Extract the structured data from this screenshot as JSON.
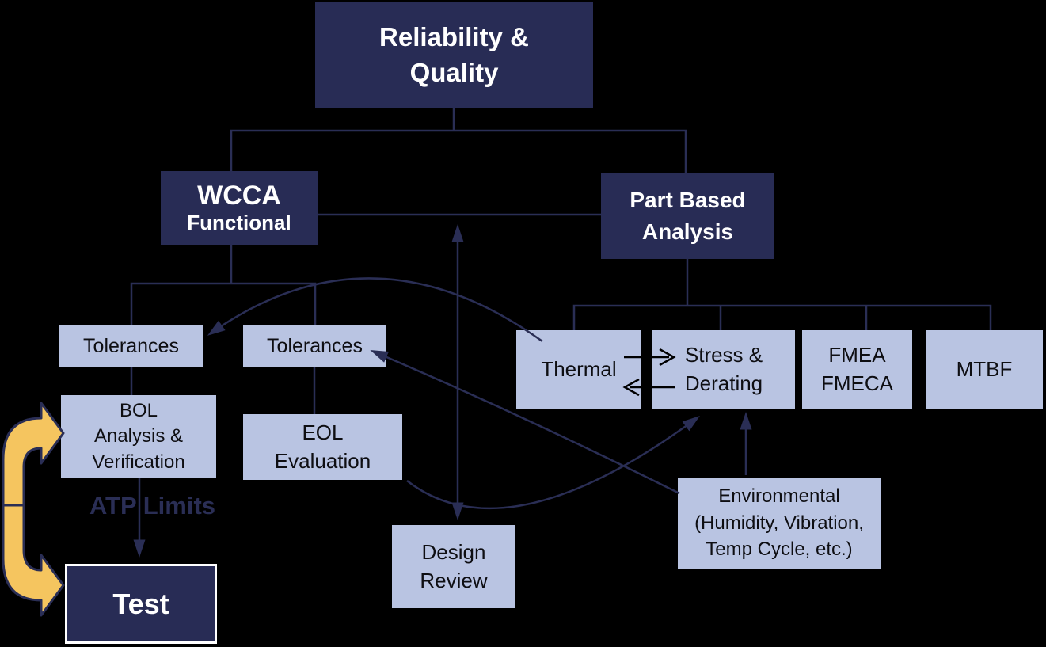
{
  "title": "Reliability & Quality analysis flow diagram",
  "colors": {
    "background": "#000000",
    "navy_box": "#282c55",
    "light_blue_box": "#b9c4e2",
    "connector_line": "#2a2e55",
    "yellow_arrow": "#f5c55f",
    "black_arrow": "#000000",
    "navy_box_text": "#ffffff",
    "light_box_text": "#0e0e12",
    "atp_text": "#2a2e55",
    "test_box_border": "#ffffff"
  },
  "nodes": {
    "reliability_quality": "Reliability &\nQuality",
    "wcca_title": "WCCA",
    "wcca_subtitle": "Functional",
    "part_based": "Part Based\nAnalysis",
    "tolerances_left": "Tolerances",
    "tolerances_right": "Tolerances",
    "bol": "BOL\nAnalysis &\nVerification",
    "eol": "EOL\nEvaluation",
    "atp_limits": "ATP Limits",
    "test": "Test",
    "design_review": "Design\nReview",
    "thermal": "Thermal",
    "stress_derating": "Stress &\nDerating",
    "fmea_fmeca": "FMEA\nFMECA",
    "mtbf": "MTBF",
    "environmental": "Environmental\n(Humidity, Vibration,\nTemp Cycle, etc.)"
  },
  "connections": [
    {
      "from": "reliability_quality",
      "to": "wcca",
      "style": "tree-line"
    },
    {
      "from": "reliability_quality",
      "to": "part_based",
      "style": "tree-line"
    },
    {
      "from": "wcca",
      "to": "part_based",
      "style": "horizontal-line"
    },
    {
      "from": "wcca",
      "to": "tolerances_left",
      "style": "tree-line"
    },
    {
      "from": "wcca",
      "to": "tolerances_right",
      "style": "tree-line"
    },
    {
      "from": "tolerances_left",
      "to": "bol",
      "style": "line"
    },
    {
      "from": "tolerances_right",
      "to": "eol",
      "style": "line"
    },
    {
      "from": "bol",
      "to": "test",
      "style": "arrow-down"
    },
    {
      "from": "part_based",
      "to": "thermal",
      "style": "tree-line"
    },
    {
      "from": "part_based",
      "to": "stress_derating",
      "style": "tree-line"
    },
    {
      "from": "part_based",
      "to": "fmea_fmeca",
      "style": "tree-line"
    },
    {
      "from": "part_based",
      "to": "mtbf",
      "style": "tree-line"
    },
    {
      "from": "thermal",
      "to": "stress_derating",
      "style": "black-arrow-right"
    },
    {
      "from": "stress_derating",
      "to": "thermal",
      "style": "black-arrow-left"
    },
    {
      "from": "thermal",
      "to": "tolerances_left",
      "style": "curved-arrow"
    },
    {
      "from": "environmental",
      "to": "tolerances_right",
      "style": "curved-arrow"
    },
    {
      "from": "eol",
      "to": "stress_derating",
      "style": "curved-arrow"
    },
    {
      "from": "environmental",
      "to": "stress_derating",
      "style": "arrow-up"
    },
    {
      "from": "wcca_pb_connector",
      "to": "design_review",
      "style": "double-headed-vertical-arrow"
    },
    {
      "from": "bol",
      "to": "test",
      "style": "yellow-curved-double-arrow"
    }
  ]
}
